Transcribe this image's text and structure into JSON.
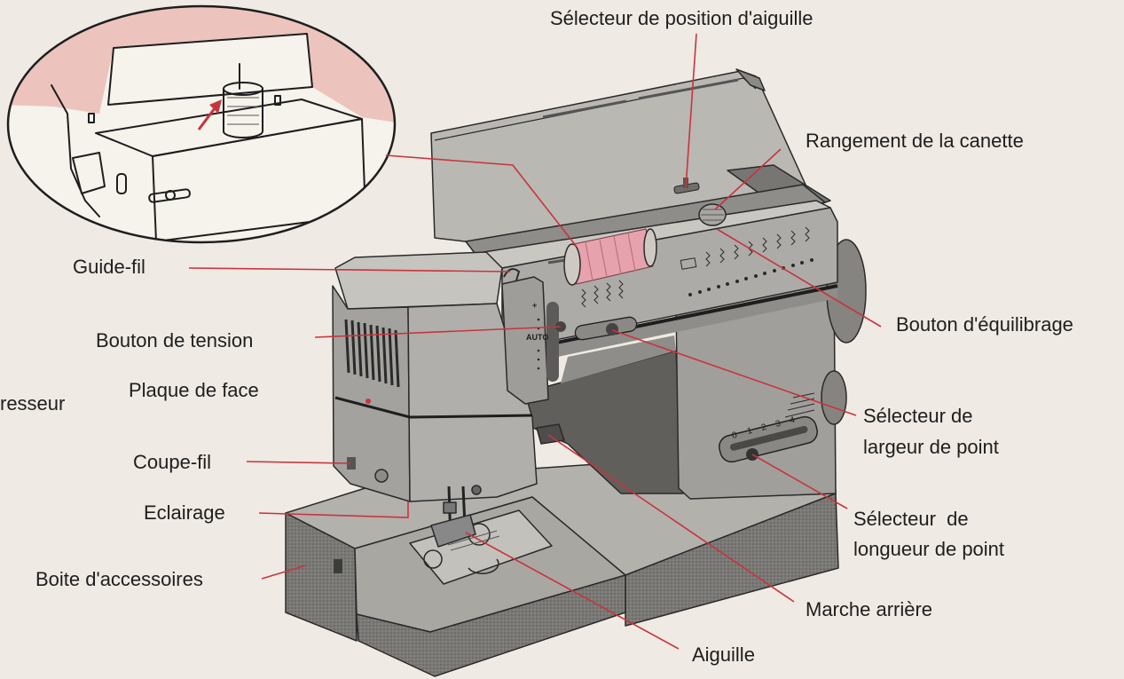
{
  "labels": {
    "needle_position_selector": "Sélecteur de position d'aiguille",
    "bobbin_storage": "Rangement de la canette",
    "thread_guide": "Guide-fil",
    "balance_button": "Bouton d'équilibrage",
    "tension_button": "Bouton de tension",
    "face_plate": "Plaque de face",
    "presser_partial": "resseur",
    "stitch_width_selector": [
      "Sélecteur de",
      "largeur de point"
    ],
    "thread_cutter": "Coupe-fil",
    "light": "Eclairage",
    "stitch_length_selector": [
      "Sélecteur  de",
      "longueur de point"
    ],
    "accessory_box": "Boite d'accessoires",
    "reverse": "Marche arrière",
    "needle": "Aiguille"
  },
  "machine_markings": {
    "tension_plus": "+",
    "tension_auto": "AUTO",
    "length_scale": [
      "0",
      "1",
      "2",
      "3",
      "4"
    ]
  },
  "colors": {
    "bg": "#efeae3",
    "leader": "#c8343e",
    "spool": "#e6a2ad",
    "inset_pink": "#ecc4bd",
    "machine_light": "#c9c7c2",
    "machine_mid": "#a9a7a2",
    "machine_dark": "#6d6c69"
  }
}
